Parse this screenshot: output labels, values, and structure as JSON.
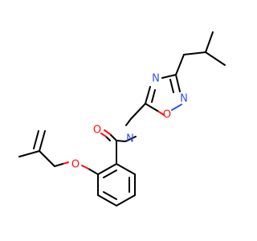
{
  "molecule": {
    "colors": {
      "carbon_bond": "#000000",
      "oxygen": "#ff0d0d",
      "nitrogen": "#3050f8"
    },
    "atoms": {
      "amide_oxygen": "O",
      "amide_nitrogen": "N",
      "ether_oxygen": "O",
      "ring_nitrogen_top": "N",
      "ring_oxygen": "O",
      "ring_nitrogen_right": "N"
    }
  }
}
